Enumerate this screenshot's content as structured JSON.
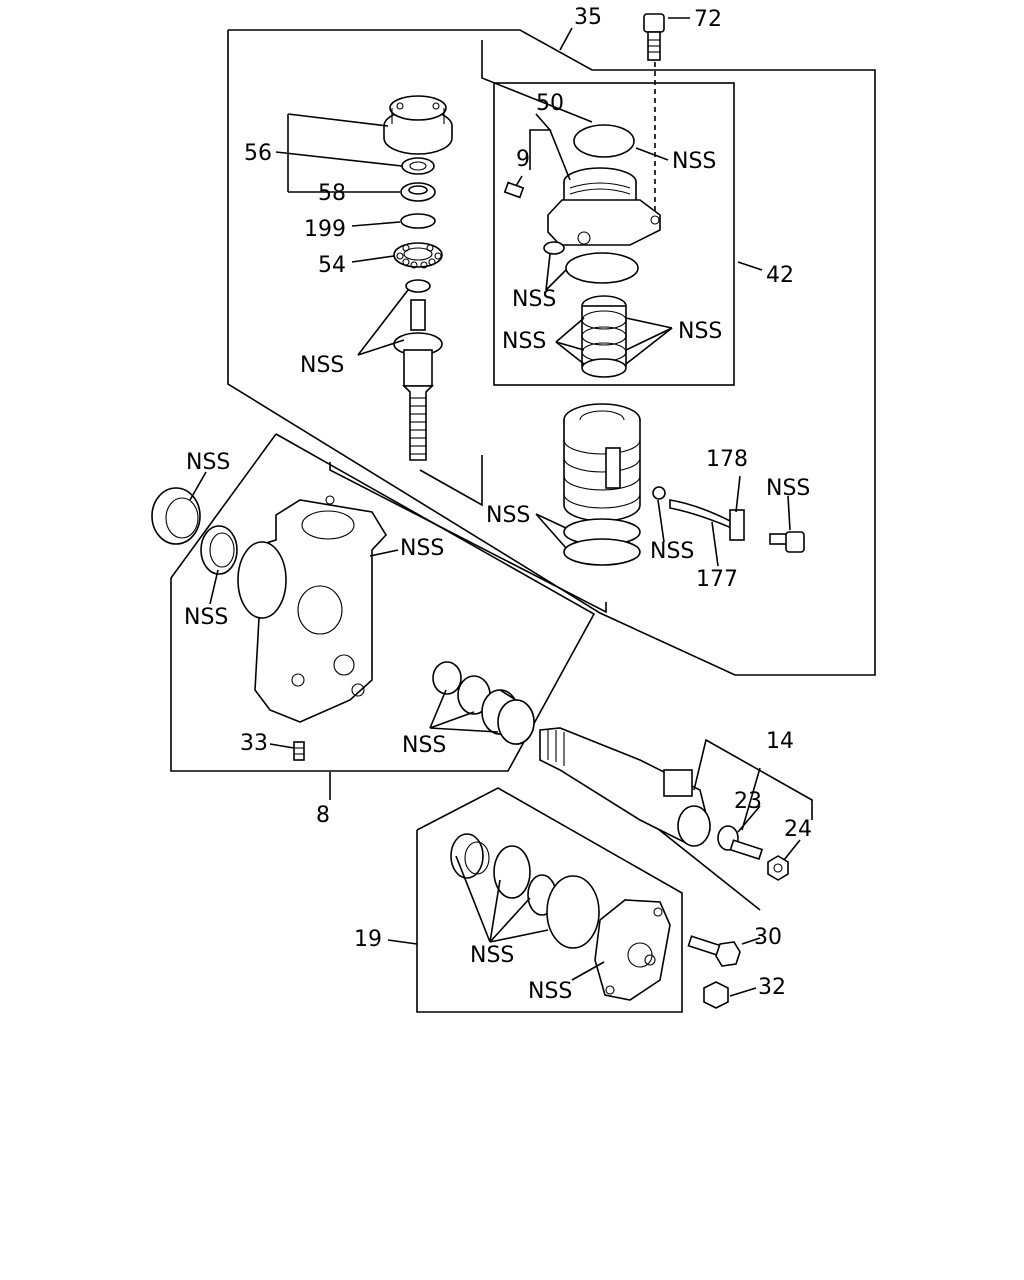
{
  "diagram": {
    "callouts": {
      "c35": "35",
      "c72": "72",
      "c50": "50",
      "c56": "56",
      "c9": "9",
      "c58": "58",
      "c199": "199",
      "c54": "54",
      "c42": "42",
      "c178": "178",
      "c177": "177",
      "c8": "8",
      "c33": "33",
      "c14": "14",
      "c23": "23",
      "c24": "24",
      "c19": "19",
      "c30": "30",
      "c32": "32",
      "nss": "NSS"
    }
  }
}
